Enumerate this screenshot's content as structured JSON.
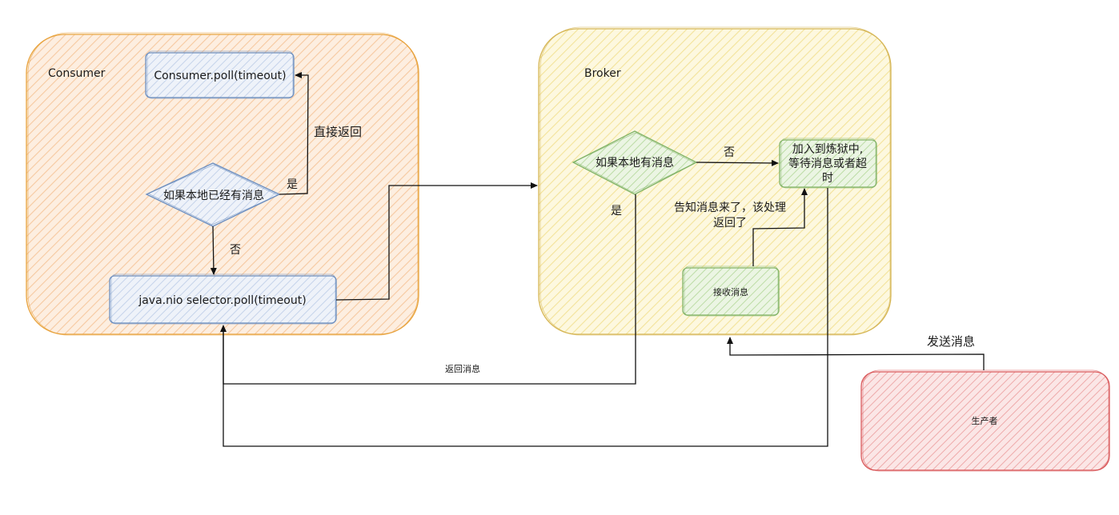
{
  "consumer": {
    "title": "Consumer",
    "poll_box": "Consumer.poll(timeout)",
    "decision": "如果本地已经有消息",
    "yes_label": "是",
    "direct_return": "直接返回",
    "no_label": "否",
    "nio_box": "java.nio selector.poll(timeout)"
  },
  "broker": {
    "title": "Broker",
    "decision": "如果本地有消息",
    "no_label": "否",
    "yes_label": "是",
    "purgatory_box": [
      "加入到炼狱中,",
      "等待消息或者超",
      "时"
    ],
    "notify_label": [
      "告知消息来了，该处理",
      "返回了"
    ],
    "receive_box": "接收消息"
  },
  "flow": {
    "return_message": "返回消息",
    "send_message": "发送消息"
  },
  "producer": {
    "label": "生产者"
  },
  "colors": {
    "consumer_fill": "#fde3cc",
    "consumer_stroke": "#e8a33d",
    "broker_fill": "#fbf3c9",
    "broker_stroke": "#d6b656",
    "blue_fill": "#dde5f2",
    "blue_stroke": "#6c8ebf",
    "green_fill": "#d8ecc8",
    "green_stroke": "#82b366",
    "red_fill": "#f7cfcf",
    "red_stroke": "#d9595b",
    "line": "#111111"
  }
}
